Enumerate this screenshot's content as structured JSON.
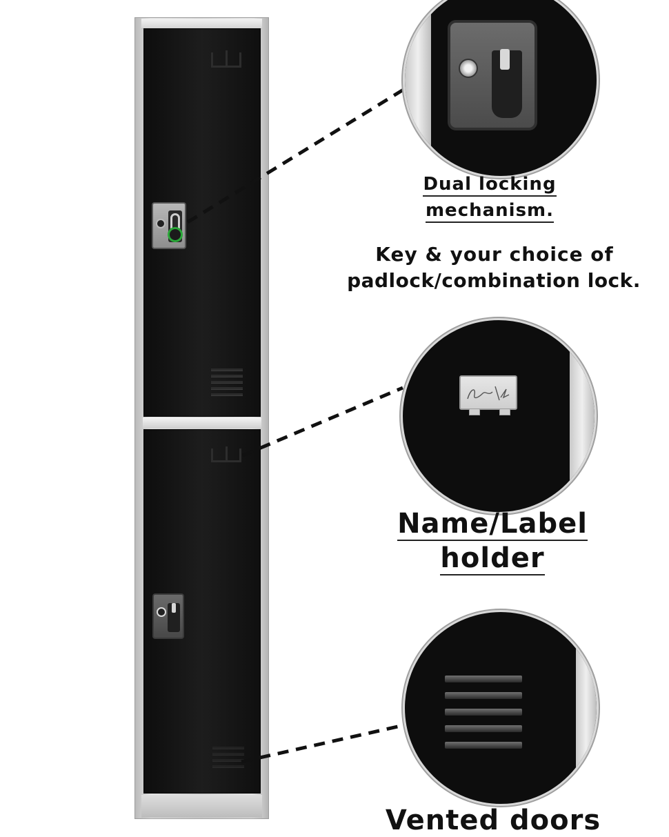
{
  "callouts": {
    "locking": {
      "title_line1": "Dual locking",
      "title_line2": "mechanism.",
      "description_line1": "Key & your choice of",
      "description_line2": "padlock/combination lock."
    },
    "label_holder": {
      "title_line1": "Name/Label",
      "title_line2": "holder"
    },
    "vents": {
      "title": "Vented doors"
    }
  },
  "colors": {
    "door": "#111111",
    "frame": "#d2d2d2",
    "padlock_ring": "#2aa839",
    "text": "#111111"
  },
  "icons": [
    "keyhole-icon",
    "padlock-icon",
    "label-holder-icon",
    "vent-icon",
    "hook-icon"
  ]
}
